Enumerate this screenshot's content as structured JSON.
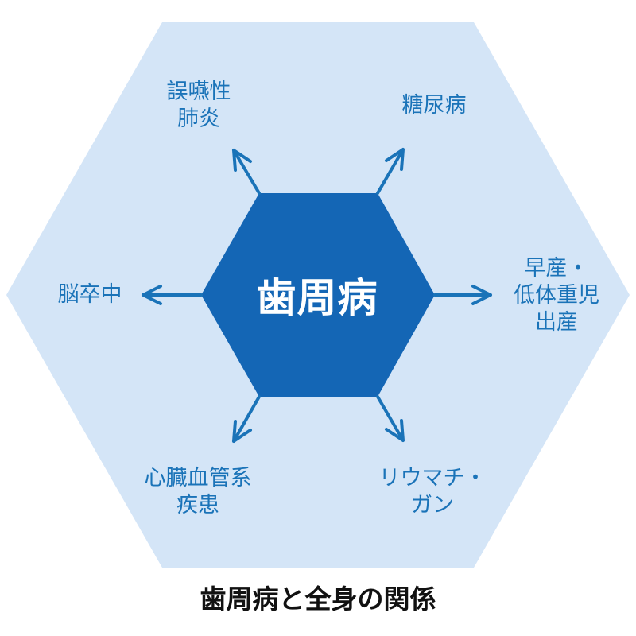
{
  "center": {
    "label": "歯周病"
  },
  "outcomes": [
    {
      "id": "aspiration-pneumonia",
      "lines": [
        "誤嚥性",
        "肺炎"
      ]
    },
    {
      "id": "diabetes",
      "lines": [
        "糖尿病"
      ]
    },
    {
      "id": "stroke",
      "lines": [
        "脳卒中"
      ]
    },
    {
      "id": "preterm-birth",
      "lines": [
        "早産・",
        "低体重児",
        "出産"
      ]
    },
    {
      "id": "cardiovascular",
      "lines": [
        "心臓血管系",
        "疾患"
      ]
    },
    {
      "id": "rheumatism-cancer",
      "lines": [
        "リウマチ・",
        "ガン"
      ]
    }
  ],
  "caption": "歯周病と全身の関係",
  "colors": {
    "outer_hexagon": "#d4e5f7",
    "inner_hexagon": "#1466b5",
    "arrow": "#1a73b8",
    "label_text": "#1a73b8",
    "center_text": "#ffffff",
    "caption_text": "#111111"
  }
}
